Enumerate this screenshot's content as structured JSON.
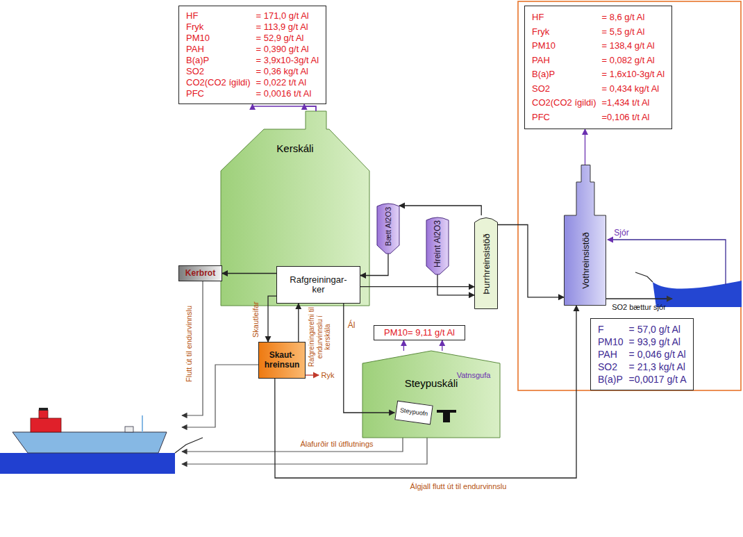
{
  "diagram": {
    "nodes": [
      {
        "text": [
          "HF",
          "= 171,0 g/t Al",
          "Fryk",
          "= 113,9 g/t Al",
          "PM10",
          "= 52,9 g/t Al",
          "PAH",
          "= 0,390 g/t Al",
          "B(a)P",
          "= 3,9x10-3g/t Al",
          "SO2",
          "= 0,36 kg/t Al",
          "CO2(CO2 ígildi)",
          "= 0,022 t/t Al",
          "PFC",
          "= 0,0016 t/t Al"
        ]
      },
      {
        "text": [
          "Kerskáli"
        ]
      },
      {
        "text": [
          "Rafgreiningar- ker"
        ],
        "in": 1
      },
      {
        "text": [
          "Kerbrot"
        ]
      },
      {
        "text": [
          "Bætt Al2O3"
        ]
      },
      {
        "text": [
          "Hreint Al2O3"
        ]
      },
      {
        "text": [
          "Þurrhreinsistöð"
        ]
      },
      {
        "text": [
          "HF",
          "= 8,6 g/t Al",
          "Fryk",
          "= 5,5 g/t Al",
          "PM10",
          "= 138,4 g/t Al",
          "PAH",
          "= 0,082 g/t Al",
          "B(a)P",
          "= 1,6x10-3g/t Al",
          "SO2",
          "= 0,434 kg/t Al",
          "CO2(CO2 ígildi)",
          "=1,434 t/t Al",
          "PFC",
          "=0,106 t/t Al"
        ]
      },
      {
        "text": [
          "Vothreinsistöð"
        ]
      },
      {
        "text": [
          "F",
          "= 57,0 g/t Al",
          "PM10",
          "= 93,9 g/t Al",
          "PAH",
          "= 0,046 g/t Al",
          "SO2",
          "= 21,3 kg/t Al",
          "B(a)P",
          "=0,0017 g/t A"
        ]
      },
      {
        "text": [
          "Skaut- hreinsun"
        ]
      },
      {
        "text": [
          "Steypuskáli"
        ]
      },
      {
        "text": [
          "Steypuofn"
        ],
        "in": 11
      },
      {
        "text": [
          "PM10= 9,11 g/t Al"
        ]
      }
    ],
    "edges": [
      {
        "from": 1,
        "to": 0,
        "arrow": "to"
      },
      {
        "from": 1,
        "to": 0,
        "arrow": "to"
      },
      {
        "from": 4,
        "to": 2,
        "arrow": "to"
      },
      {
        "from": 5,
        "to": 6,
        "arrow": "to"
      },
      {
        "from": 6,
        "to": 4,
        "arrow": "to"
      },
      {
        "from": 2,
        "to": 6,
        "arrow": "to"
      },
      {
        "from": 6,
        "to": 8,
        "arrow": "to"
      },
      {
        "from": 8,
        "to": 7,
        "arrow": "to"
      },
      {
        "from": 2,
        "to": 3,
        "arrow": "to"
      },
      {
        "from": 2,
        "to": 10,
        "label": "Skautleifar",
        "arrow": "to"
      },
      {
        "from": 10,
        "to": 2,
        "label": "Rafgreiningarefni til endurvinnslu í kerskála",
        "arrow": "to"
      },
      {
        "from": 2,
        "to": 12,
        "label": "Ál",
        "arrow": "to"
      },
      {
        "from": 11,
        "to": 13,
        "arrow": "to"
      },
      {
        "from": 11,
        "to": 13,
        "arrow": "to"
      },
      {
        "from": 10,
        "to": 8,
        "arrow": "to"
      }
    ],
    "labels": [
      "Sjór",
      "SO2 bættur sjór",
      "Flutt út til endurvinnslu",
      "Ryk",
      "Vatnsgufa",
      "Álafurðir til útflutnings",
      "Álgjall flutt út til endurvinnslu"
    ]
  }
}
